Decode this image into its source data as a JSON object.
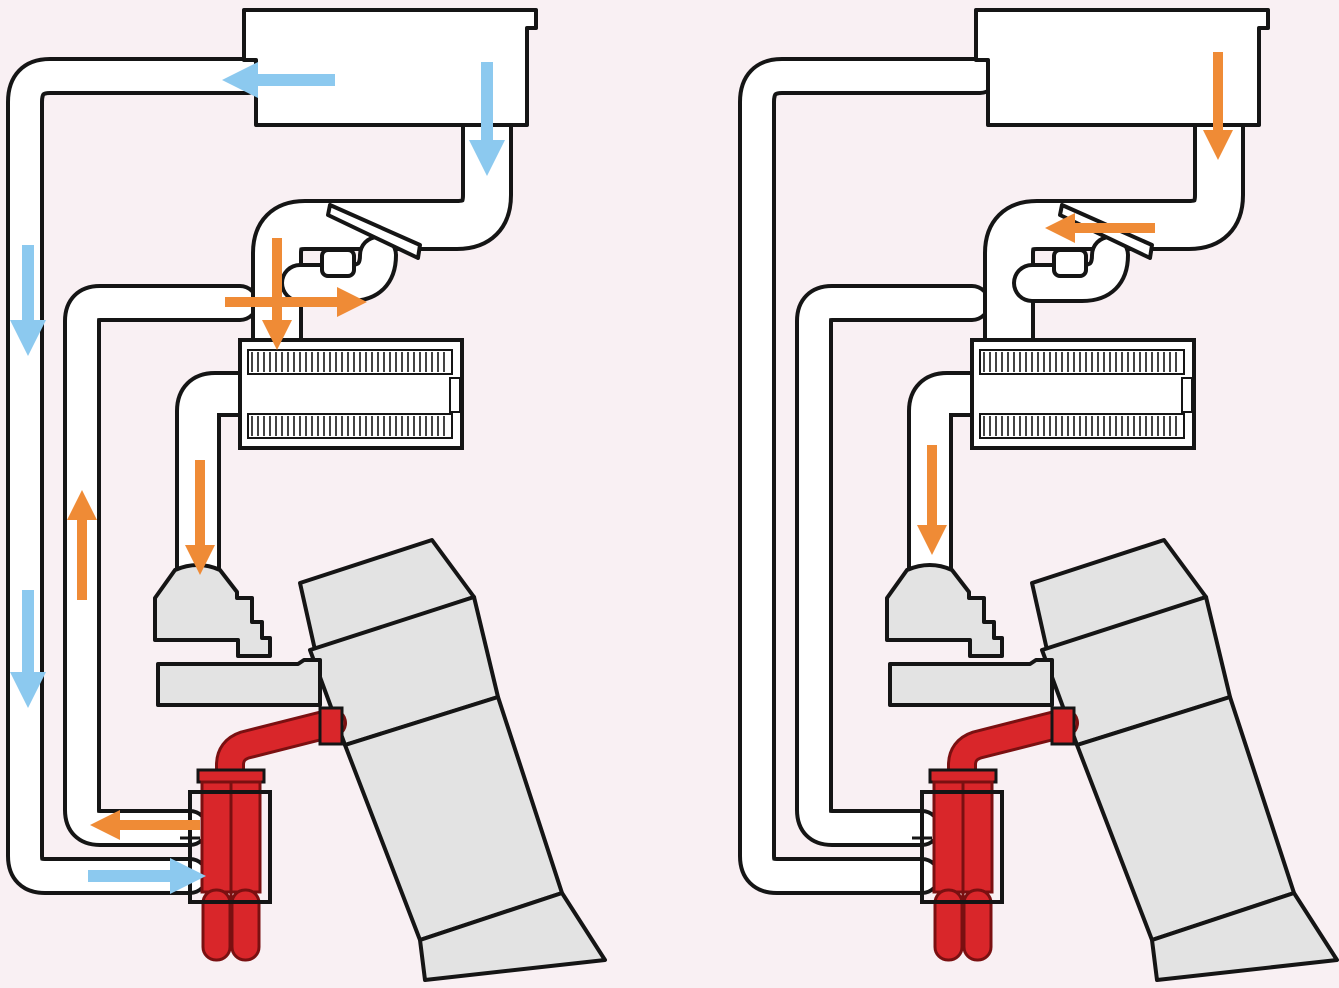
{
  "diagrams": [
    {
      "id": "left",
      "flow_arrows": [
        {
          "name": "arrow-cold-top-left",
          "color": "cold",
          "dir": "left"
        },
        {
          "name": "arrow-cold-top-down",
          "color": "cold",
          "dir": "down"
        },
        {
          "name": "arrow-cold-outer-down-1",
          "color": "cold",
          "dir": "down"
        },
        {
          "name": "arrow-cold-outer-down-2",
          "color": "cold",
          "dir": "down"
        },
        {
          "name": "arrow-cold-bottom-right",
          "color": "cold",
          "dir": "right"
        },
        {
          "name": "arrow-hot-return-up",
          "color": "hot",
          "dir": "up"
        },
        {
          "name": "arrow-hot-return-left",
          "color": "hot",
          "dir": "left"
        },
        {
          "name": "arrow-hot-valve-down",
          "color": "hot",
          "dir": "down"
        },
        {
          "name": "arrow-hot-valve-right",
          "color": "hot",
          "dir": "right"
        },
        {
          "name": "arrow-hot-core-down",
          "color": "hot",
          "dir": "down"
        }
      ]
    },
    {
      "id": "right",
      "flow_arrows": [
        {
          "name": "arrow-hot-top-down",
          "color": "hot",
          "dir": "down"
        },
        {
          "name": "arrow-hot-valve-left",
          "color": "hot",
          "dir": "left"
        },
        {
          "name": "arrow-hot-core-down",
          "color": "hot",
          "dir": "down"
        }
      ]
    }
  ],
  "colors": {
    "background": "#f9f0f3",
    "outline": "#151515",
    "pipe_fill": "#ffffff",
    "component_fill": "#e3e3e3",
    "cold_arrow": "#8cc9ef",
    "hot_arrow": "#ef8b36",
    "hot_pipe": "#d9262a",
    "hot_pipe_dark": "#7a1011"
  }
}
